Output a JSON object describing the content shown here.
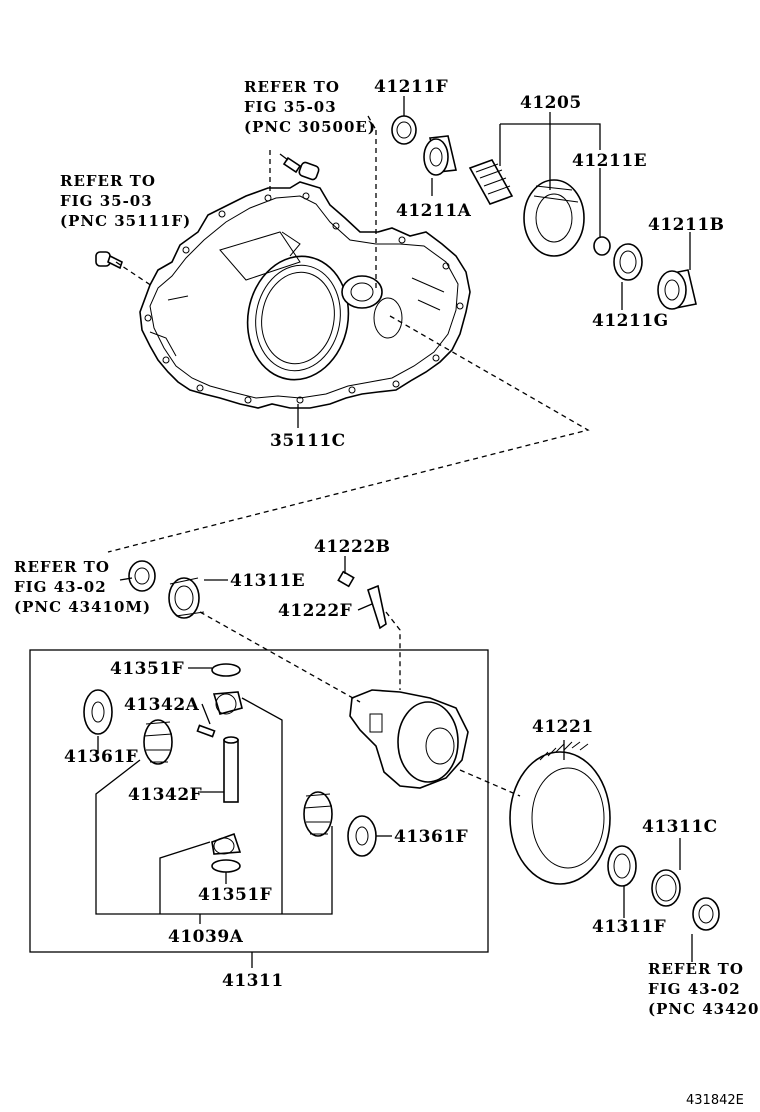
{
  "diagram_id": "431842E",
  "refs": {
    "r1": {
      "line1": "REFER TO",
      "line2": "FIG 35-03",
      "line3": "(PNC 30500E)"
    },
    "r2": {
      "line1": "REFER TO",
      "line2": "FIG 35-03",
      "line3": "(PNC 35111F)"
    },
    "r3": {
      "line1": "REFER TO",
      "line2": "FIG 43-02",
      "line3": "(PNC 43410M)"
    },
    "r4": {
      "line1": "REFER TO",
      "line2": "FIG 43-02",
      "line3": "(PNC 43420"
    }
  },
  "parts": {
    "p41211F": "41211F",
    "p41205": "41205",
    "p41211E": "41211E",
    "p41211A": "41211A",
    "p41211B": "41211B",
    "p41211G": "41211G",
    "p35111C": "35111C",
    "p41222B": "41222B",
    "p41222F": "41222F",
    "p41311E": "41311E",
    "p41351F_top": "41351F",
    "p41342A": "41342A",
    "p41361F_left": "41361F",
    "p41342F": "41342F",
    "p41361F_right": "41361F",
    "p41351F_bottom": "41351F",
    "p41039A": "41039A",
    "p41311": "41311",
    "p41221": "41221",
    "p41311C": "41311C",
    "p41311F": "41311F"
  }
}
